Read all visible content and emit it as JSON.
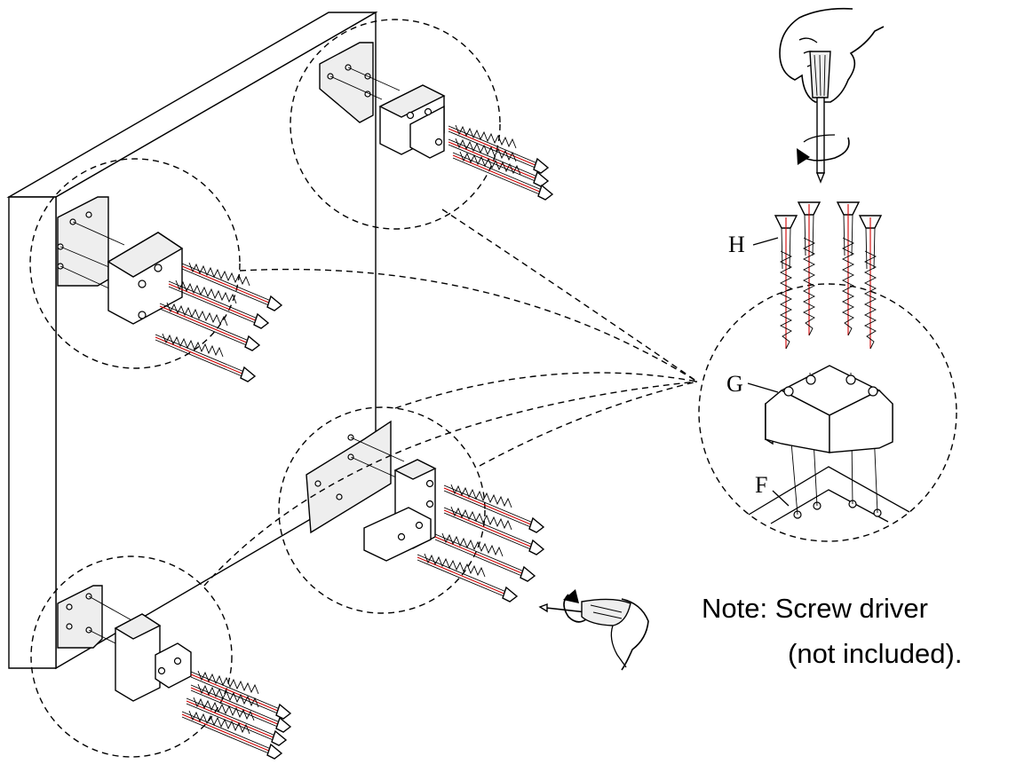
{
  "labels": {
    "screw": "H",
    "bracket": "G",
    "panel": "F"
  },
  "note": {
    "line1": "Note: Screw driver",
    "line2": "(not included)."
  },
  "colors": {
    "outline": "#000000",
    "screw_axis": "#d00000",
    "bracket_fill": "#d9d9d9"
  }
}
